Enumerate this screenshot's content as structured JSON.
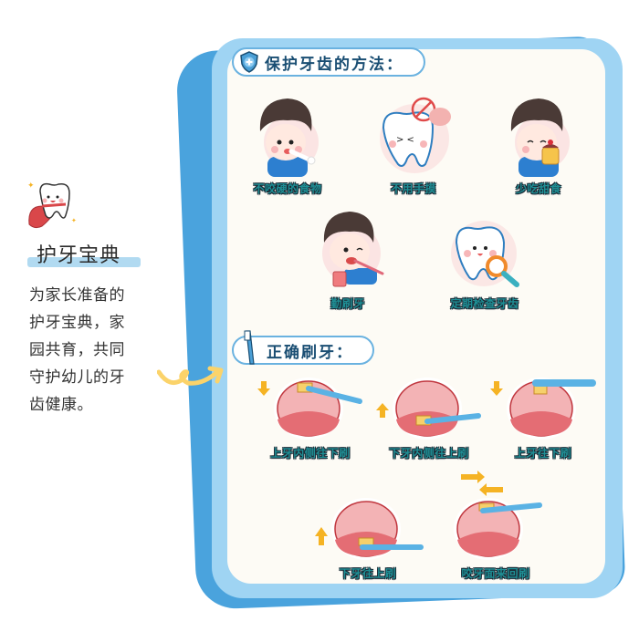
{
  "intro": {
    "title": "护牙宝典",
    "body_lines": [
      "为家长准备的",
      "护牙宝典，家",
      "园共育，共同",
      "守护幼儿的牙",
      "齿健康。"
    ]
  },
  "section1": {
    "title": "保护牙齿的方法：",
    "icon": "shield-cross-icon",
    "items": [
      {
        "label": "不咬硬的食物",
        "illustration": "boy-biting-bone"
      },
      {
        "label": "不用手摸",
        "illustration": "tooth-no-hand"
      },
      {
        "label": "少吃甜食",
        "illustration": "boy-eating-cake"
      },
      {
        "label": "勤刷牙",
        "illustration": "boy-brushing-teeth"
      },
      {
        "label": "定期检查牙齿",
        "illustration": "tooth-magnifier"
      }
    ]
  },
  "section2": {
    "title": "正确刷牙：",
    "icon": "toothbrush-icon",
    "items": [
      {
        "label": "上牙内侧往下刷",
        "arrow": "down"
      },
      {
        "label": "下牙内侧往上刷",
        "arrow": "up"
      },
      {
        "label": "上牙往下刷",
        "arrow": "down"
      },
      {
        "label": "下牙往上刷",
        "arrow": "up"
      },
      {
        "label": "咬牙面来回刷",
        "arrow": "left-right"
      }
    ]
  },
  "colors": {
    "card_dark": "#4aa3dd",
    "card_light": "#9fd4f3",
    "card_bg": "#fdfbf5",
    "label_teal": "#1f8f95",
    "title_navy": "#1a4e73",
    "arrow_orange": "#f5b324",
    "mouth_pink": "#f0a8ac",
    "brush_blue": "#5ab2e4"
  }
}
